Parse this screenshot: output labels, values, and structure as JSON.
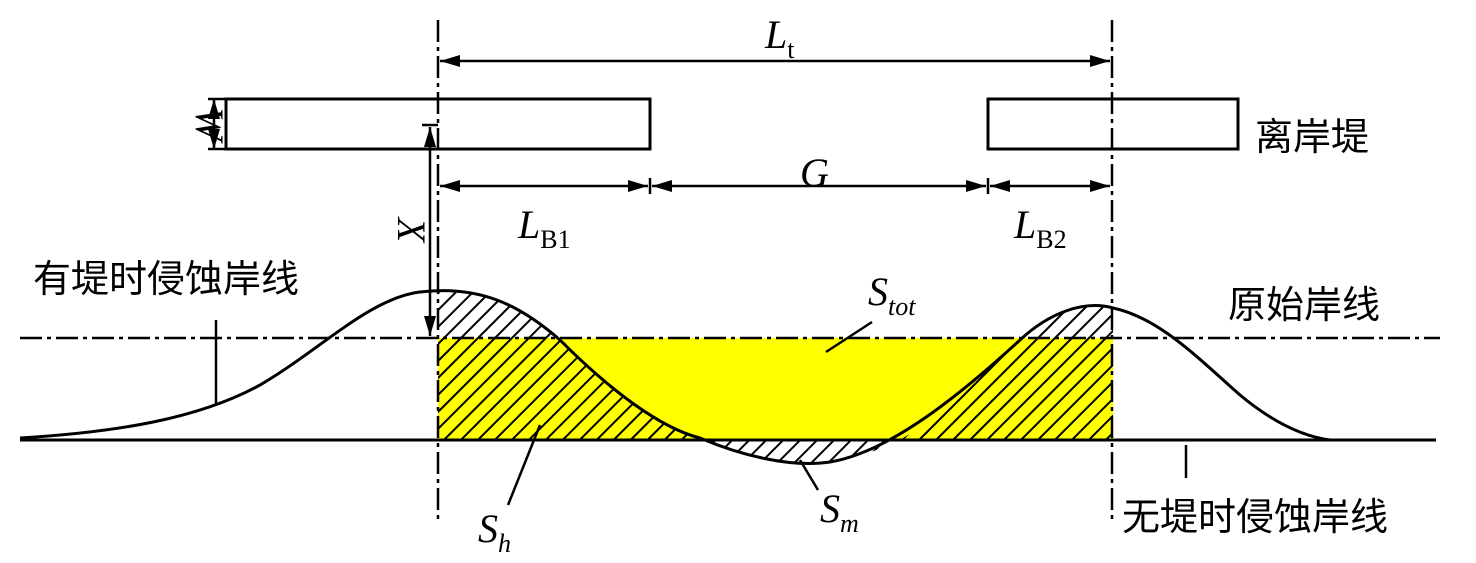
{
  "labels": {
    "breakwater": "离岸堤",
    "eroded_with": "有堤时侵蚀岸线",
    "original": "原始岸线",
    "eroded_without": "无堤时侵蚀岸线"
  },
  "symbols": {
    "Lt_main": "L",
    "Lt_sub": "t",
    "W": "W",
    "X": "X",
    "G": "G",
    "LB1_main": "L",
    "LB1_sub": "B1",
    "LB2_main": "L",
    "LB2_sub": "B2",
    "Stot_main": "S",
    "Stot_sub": "tot",
    "Sh_main": "S",
    "Sh_sub": "h",
    "Sm_main": "S",
    "Sm_sub": "m"
  },
  "colors": {
    "stroke": "#000000",
    "fill_area": "#ffff00",
    "background": "#ffffff"
  }
}
